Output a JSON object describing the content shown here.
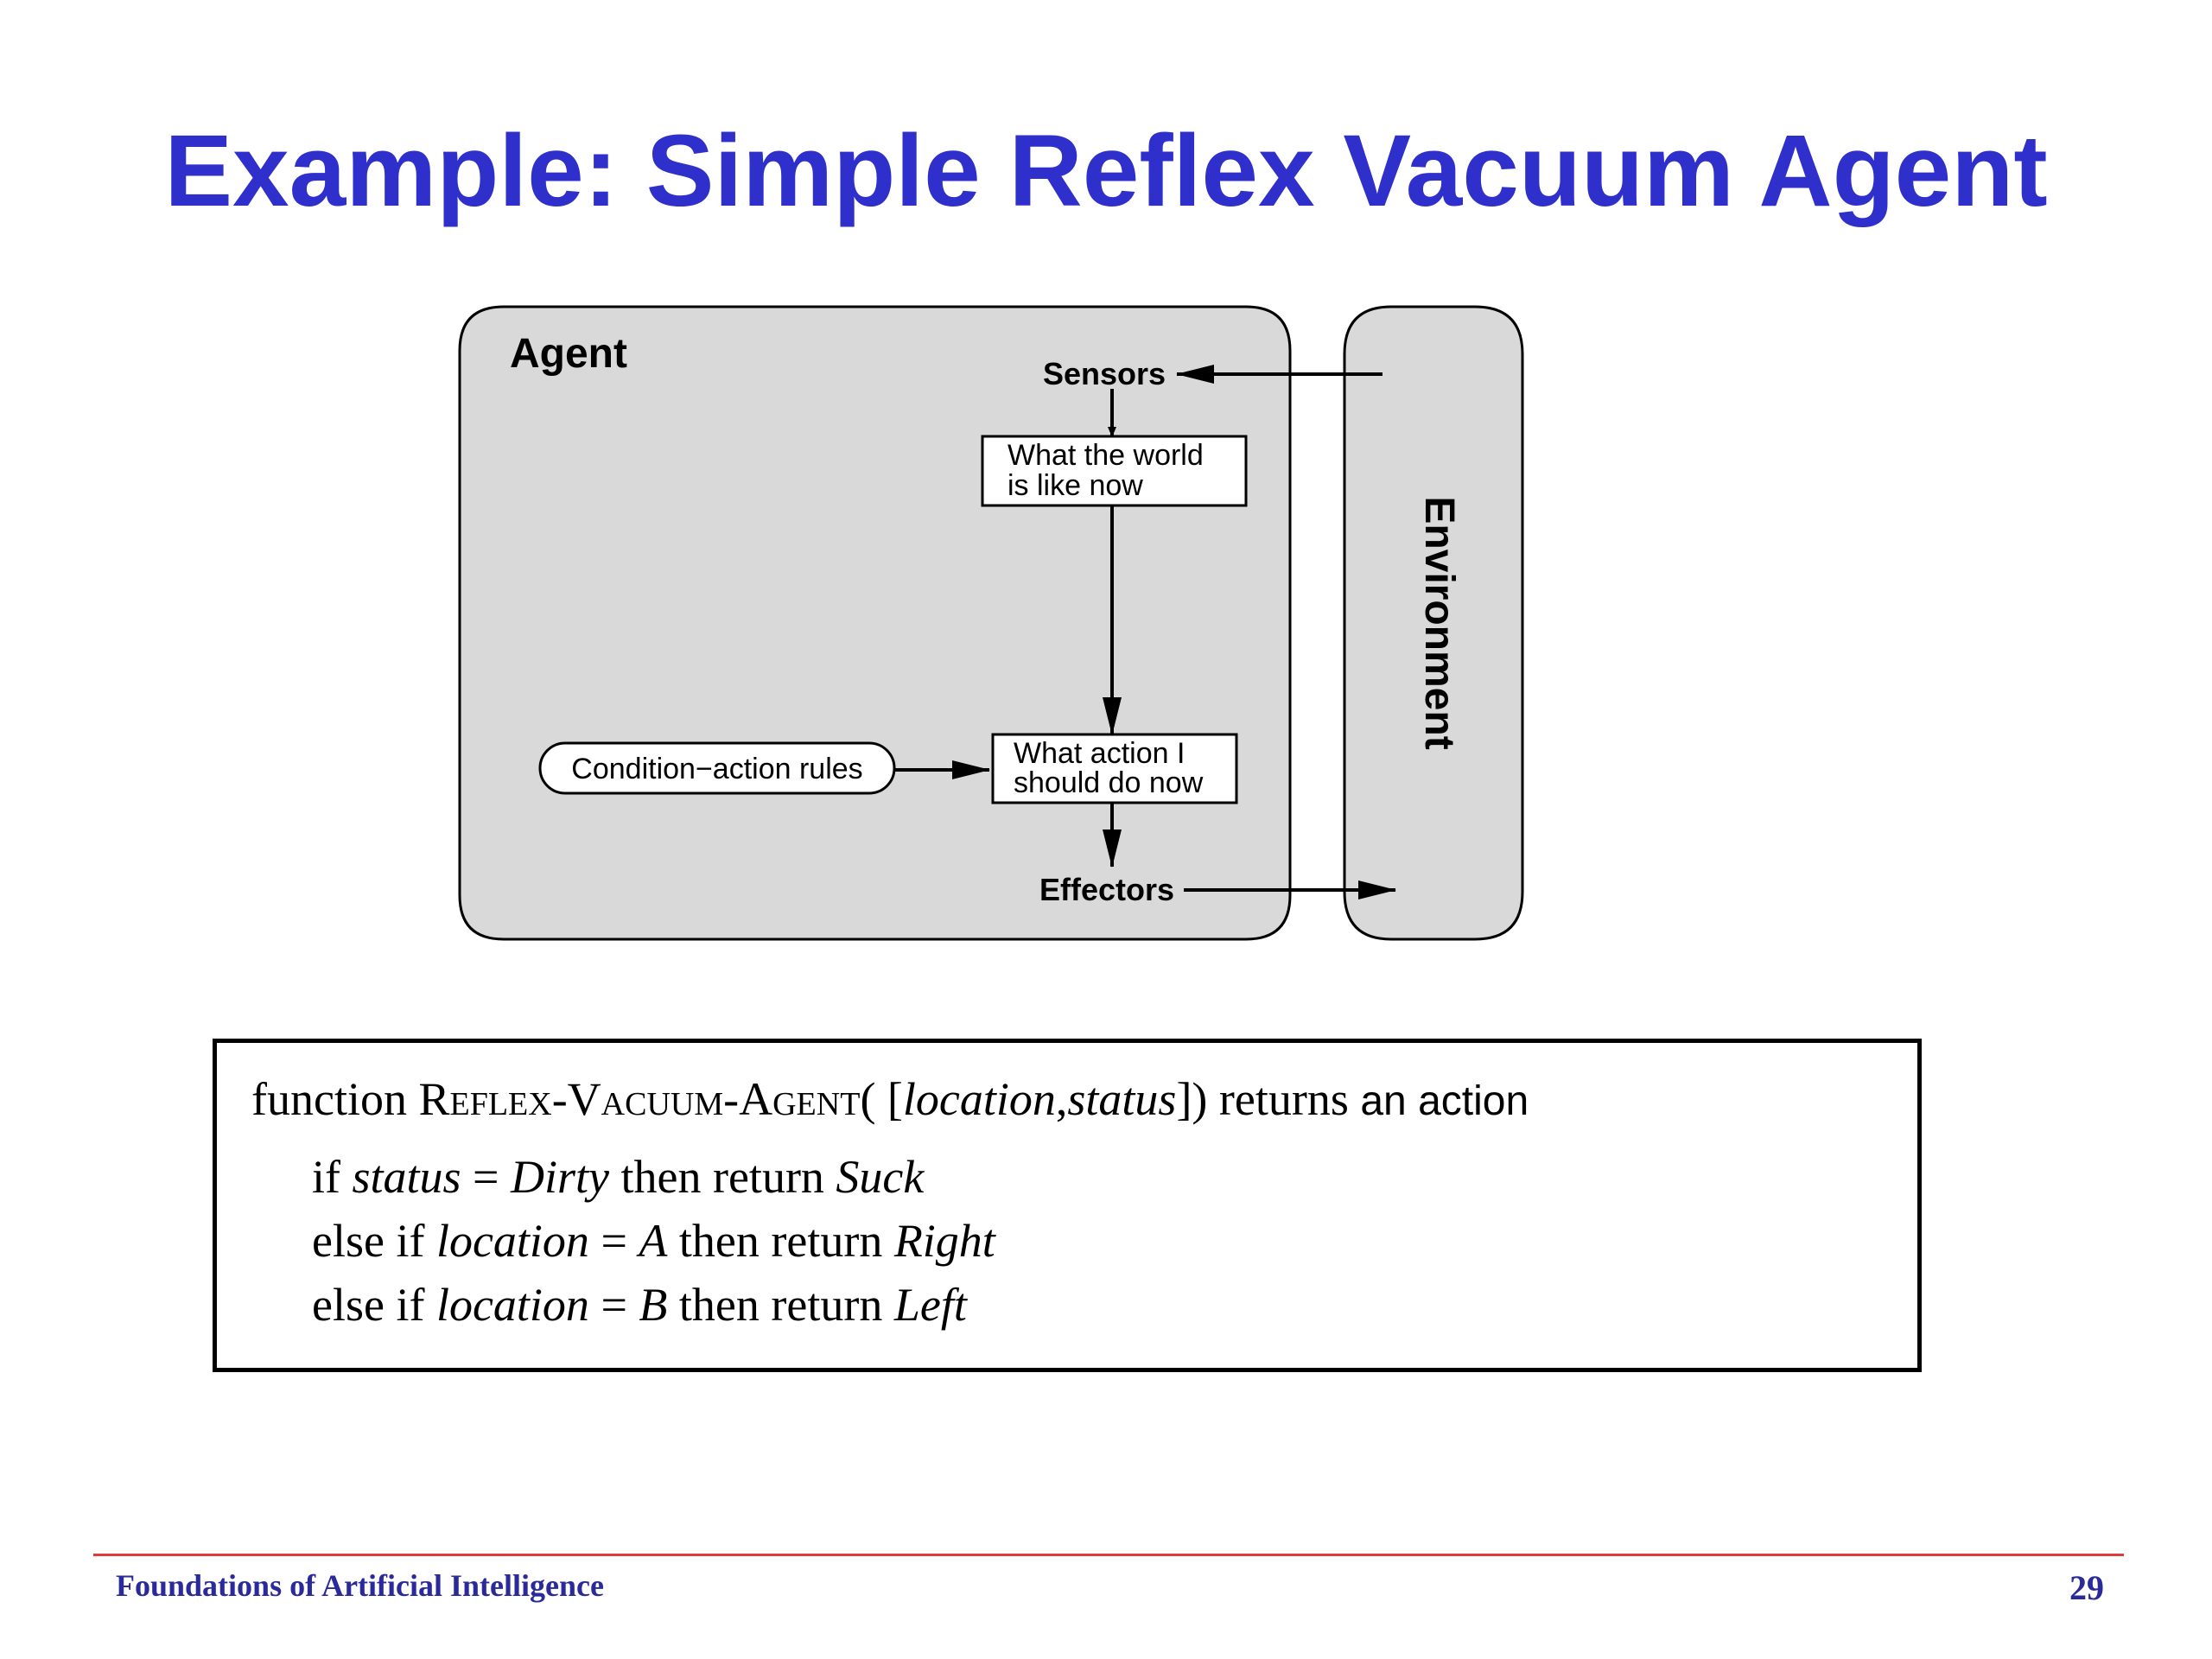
{
  "slide": {
    "title": "Example: Simple Reflex Vacuum Agent",
    "page_number": "29"
  },
  "diagram": {
    "agent_label": "Agent",
    "environment_label": "Environment",
    "sensors_label": "Sensors",
    "effectors_label": "Effectors",
    "world_box": {
      "line1": "What the world",
      "line2": "is like now"
    },
    "action_box": {
      "line1": "What action I",
      "line2": "should do now"
    },
    "rules_label": "Condition−action rules",
    "colors": {
      "panel_fill": "#d9d9d9",
      "stroke": "#000000"
    }
  },
  "code": {
    "line1": {
      "kw_function": "function",
      "name": "Reflex-Vacuum-Agent",
      "open": "( [",
      "arg1": "location",
      "comma": ",",
      "arg2": "status",
      "close": "])",
      "kw_returns": "returns",
      "rest": "an action"
    },
    "line2": {
      "kw_if": "if",
      "var": "status",
      "eq": "=",
      "val": "Dirty",
      "kw_then_return": "then return",
      "result": "Suck"
    },
    "line3": {
      "kw_else_if": "else if",
      "var": "location",
      "eq": "=",
      "val": "A",
      "kw_then_return": "then return",
      "result": "Right"
    },
    "line4": {
      "kw_else_if": "else if",
      "var": "location",
      "eq": "=",
      "val": "B",
      "kw_then_return": "then return",
      "result": "Left"
    }
  },
  "footer": {
    "course": "Foundations of Artificial Intelligence"
  },
  "colors": {
    "title": "#2f2fcc",
    "footer_text": "#2a2a9a",
    "footer_rule": "#e03a3a"
  }
}
